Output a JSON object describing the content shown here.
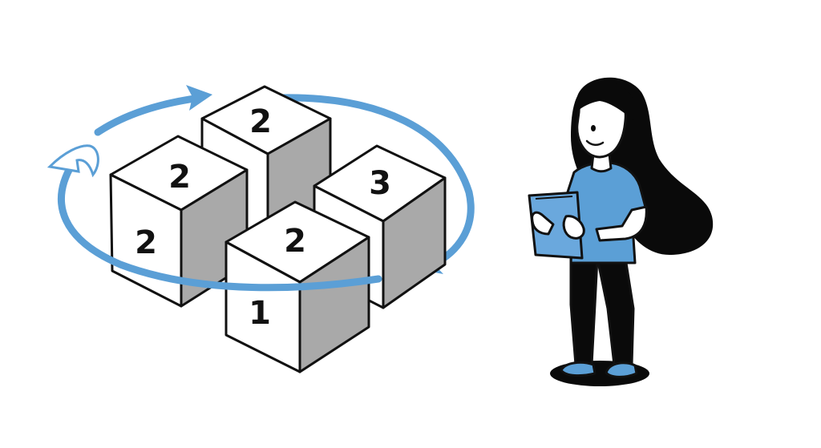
{
  "colors": {
    "arrow": "#5b9fd6",
    "cube_face": "#ffffff",
    "cube_side": "#a9a9a9",
    "shirt": "#5b9fd6",
    "book": "#6aa8dd",
    "hair": "#0a0a0a",
    "skin": "#ffffff"
  },
  "cubes": {
    "back": {
      "top": "2"
    },
    "left": {
      "top": "2",
      "front": "2"
    },
    "right": {
      "top": "3"
    },
    "front": {
      "top": "2",
      "front": "1"
    }
  }
}
